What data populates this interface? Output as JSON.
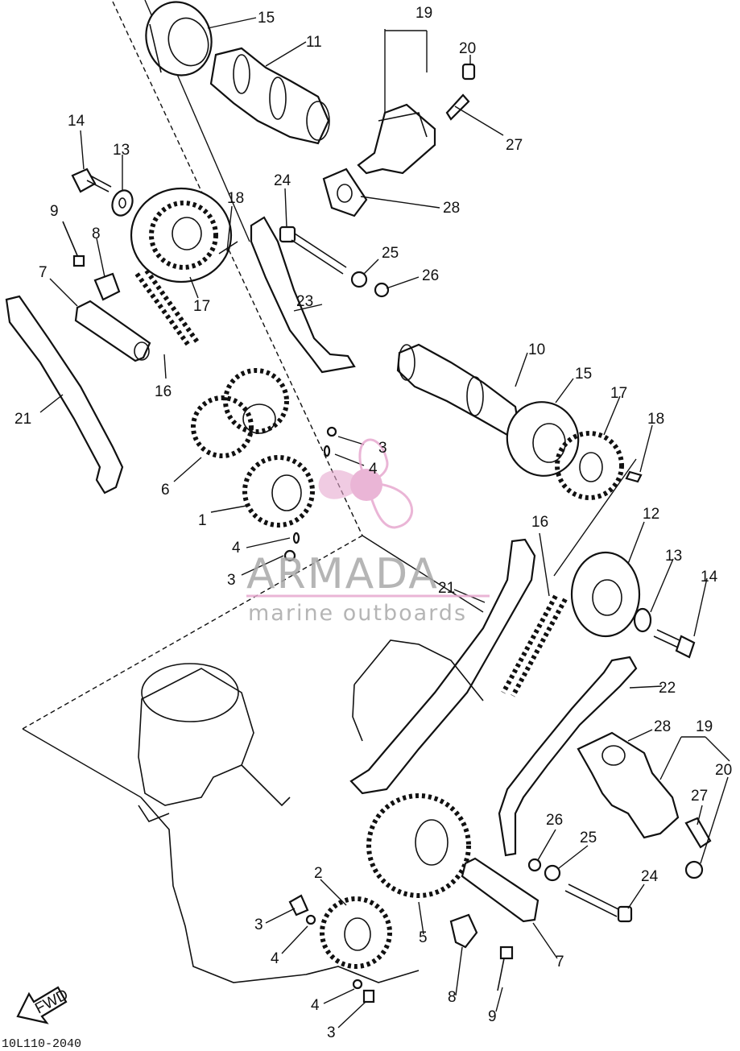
{
  "watermark": {
    "brand": "ARMADA",
    "tagline": "marine outboards"
  },
  "diagram_code": "10L110-2040",
  "fwd_label": "FWD",
  "callouts": [
    {
      "id": "15-top",
      "text": "15"
    },
    {
      "id": "11",
      "text": "11"
    },
    {
      "id": "19-top",
      "text": "19"
    },
    {
      "id": "20-top",
      "text": "20"
    },
    {
      "id": "27-top",
      "text": "27"
    },
    {
      "id": "28-top",
      "text": "28"
    },
    {
      "id": "14-left",
      "text": "14"
    },
    {
      "id": "13-left",
      "text": "13"
    },
    {
      "id": "24-top",
      "text": "24"
    },
    {
      "id": "18-left",
      "text": "18"
    },
    {
      "id": "9-left",
      "text": "9"
    },
    {
      "id": "8-left",
      "text": "8"
    },
    {
      "id": "25-top",
      "text": "25"
    },
    {
      "id": "26-top",
      "text": "26"
    },
    {
      "id": "7-left",
      "text": "7"
    },
    {
      "id": "17-left",
      "text": "17"
    },
    {
      "id": "23",
      "text": "23"
    },
    {
      "id": "16-left",
      "text": "16"
    },
    {
      "id": "10",
      "text": "10"
    },
    {
      "id": "15-right",
      "text": "15"
    },
    {
      "id": "17-right",
      "text": "17"
    },
    {
      "id": "21-left",
      "text": "21"
    },
    {
      "id": "18-right",
      "text": "18"
    },
    {
      "id": "3-a",
      "text": "3"
    },
    {
      "id": "4-a",
      "text": "4"
    },
    {
      "id": "6",
      "text": "6"
    },
    {
      "id": "1",
      "text": "1"
    },
    {
      "id": "4-b",
      "text": "4"
    },
    {
      "id": "3-b",
      "text": "3"
    },
    {
      "id": "16-right",
      "text": "16"
    },
    {
      "id": "12",
      "text": "12"
    },
    {
      "id": "13-right",
      "text": "13"
    },
    {
      "id": "14-right",
      "text": "14"
    },
    {
      "id": "21-right",
      "text": "21"
    },
    {
      "id": "22",
      "text": "22"
    },
    {
      "id": "28-right",
      "text": "28"
    },
    {
      "id": "19-right",
      "text": "19"
    },
    {
      "id": "20-right",
      "text": "20"
    },
    {
      "id": "27-right",
      "text": "27"
    },
    {
      "id": "26-right",
      "text": "26"
    },
    {
      "id": "25-right",
      "text": "25"
    },
    {
      "id": "24-right",
      "text": "24"
    },
    {
      "id": "2",
      "text": "2"
    },
    {
      "id": "3-c",
      "text": "3"
    },
    {
      "id": "4-c",
      "text": "4"
    },
    {
      "id": "5",
      "text": "5"
    },
    {
      "id": "7-right",
      "text": "7"
    },
    {
      "id": "8-right",
      "text": "8"
    },
    {
      "id": "9-right",
      "text": "9"
    },
    {
      "id": "4-d",
      "text": "4"
    },
    {
      "id": "3-d",
      "text": "3"
    }
  ],
  "colors": {
    "ink": "#111111",
    "watermark_pink": "#e7a9cf",
    "watermark_gray": "#a9a9a9"
  }
}
